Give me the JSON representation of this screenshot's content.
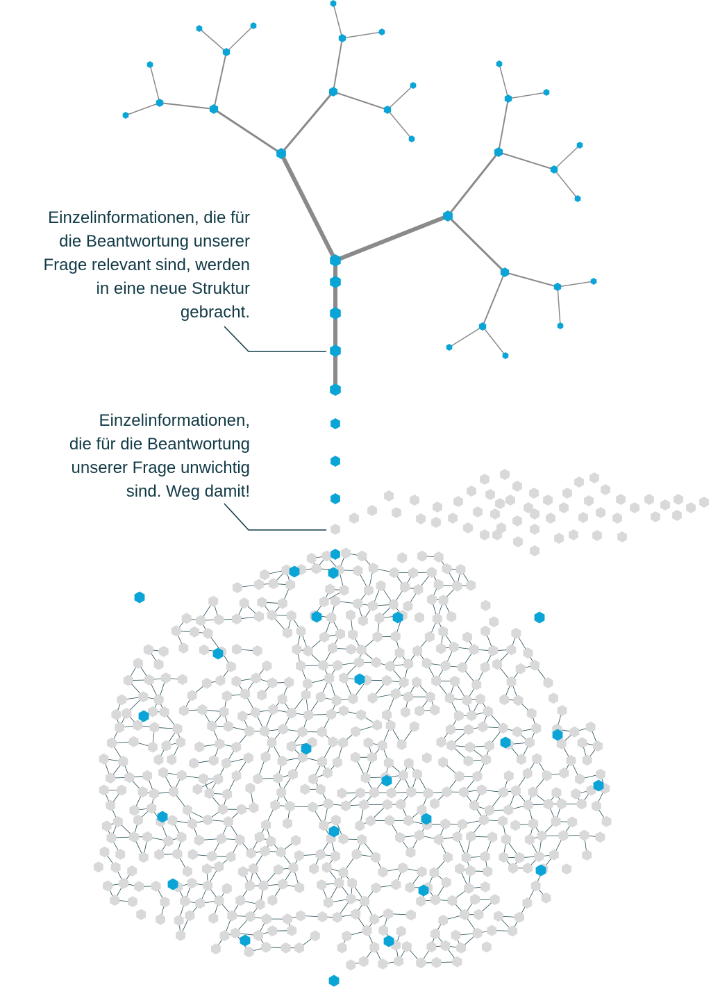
{
  "annotations": [
    {
      "id": "relevant",
      "lines": [
        "Einzelinformationen, die für",
        "die Beantwortung unserer",
        "Frage relevant sind, werden",
        "in eine neue Struktur",
        "gebracht."
      ]
    },
    {
      "id": "unimportant",
      "lines": [
        "Einzelinformationen,",
        "die für die Beantwortung",
        "unserer Frage unwichtig",
        "sind. Weg damit!"
      ]
    }
  ],
  "colors": {
    "relevant_node": "#0aa5d6",
    "irrelevant_node": "#d9d9d9",
    "tree_branch": "#8a8a8a",
    "network_link": "#1f4a55",
    "text": "#123a46",
    "leader_line": "#123a46"
  },
  "legend": {
    "relevant_node": "relevant information (blue hexagon)",
    "irrelevant_node": "unimportant information (grey hexagon)"
  }
}
